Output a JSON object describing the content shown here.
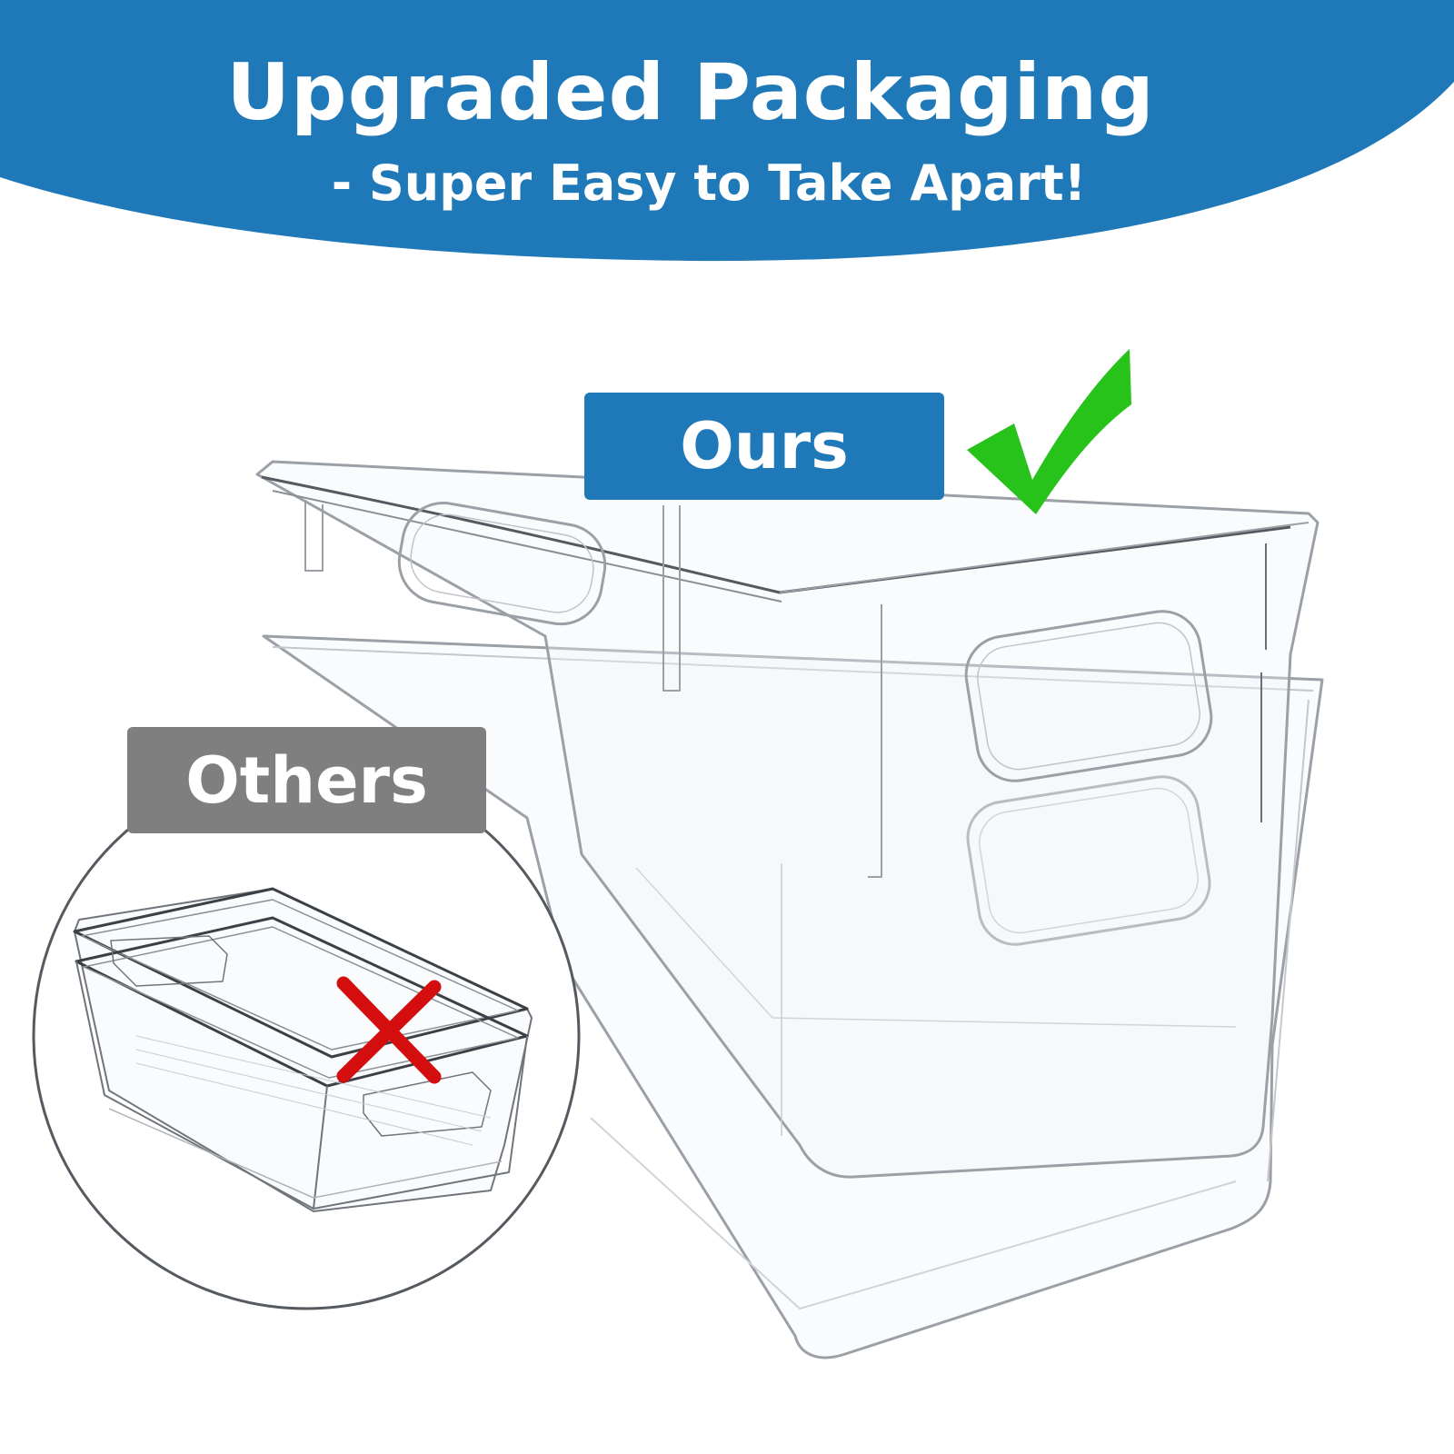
{
  "banner": {
    "title": "Upgraded Packaging",
    "subtitle": "- Super Easy to Take Apart!",
    "color": "#1f79b9"
  },
  "labels": {
    "ours": "Ours",
    "others": "Others",
    "ours_color": "#1f79b9",
    "others_color": "#7f7f7f"
  },
  "marks": {
    "checkmark_color": "#27c21a",
    "cross_color": "#d40e0e",
    "ours_icon": "checkmark-icon",
    "others_icon": "cross-icon"
  }
}
